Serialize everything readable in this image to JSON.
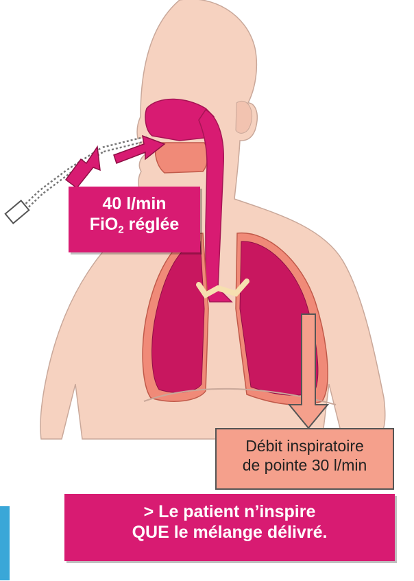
{
  "flow_box": {
    "line1": "40 l/min",
    "line2_prefix": "FiO",
    "line2_subscript": "2",
    "line2_suffix": " réglée"
  },
  "peak_box": {
    "line1": "Débit inspiratoire",
    "line2": "de pointe 30 l/min"
  },
  "banner": {
    "line1": "> Le patient n’inspire",
    "line2": "QUE le mélange délivré."
  },
  "colors": {
    "magenta": "#d81b72",
    "salmon": "#f5a08c",
    "skin": "#f6d2c0",
    "lung": "#c8175f",
    "tissue": "#f08a78"
  }
}
